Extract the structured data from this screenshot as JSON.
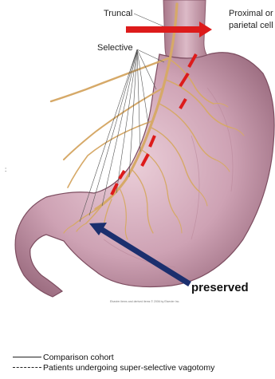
{
  "labels": {
    "truncal": "Truncal",
    "proximal_line1": "Proximal or",
    "proximal_line2": "parietal cell",
    "selective": "Selective",
    "preserved": "preserved",
    "copyright": "Elsevier items and derived items © 2006 by Elsevier Inc."
  },
  "legend": {
    "comparison": "Comparison cohort",
    "patients": "Patients undergoing super-selective vagotomy"
  },
  "colors": {
    "stomach": "#cfa6b5",
    "stomach_dark": "#9c6b7e",
    "nerve": "#d6a968",
    "cut_marks": "#dd1b1b",
    "arrow_preserved": "#1b2f6e",
    "arrow_truncal": "#dd1b1b"
  }
}
